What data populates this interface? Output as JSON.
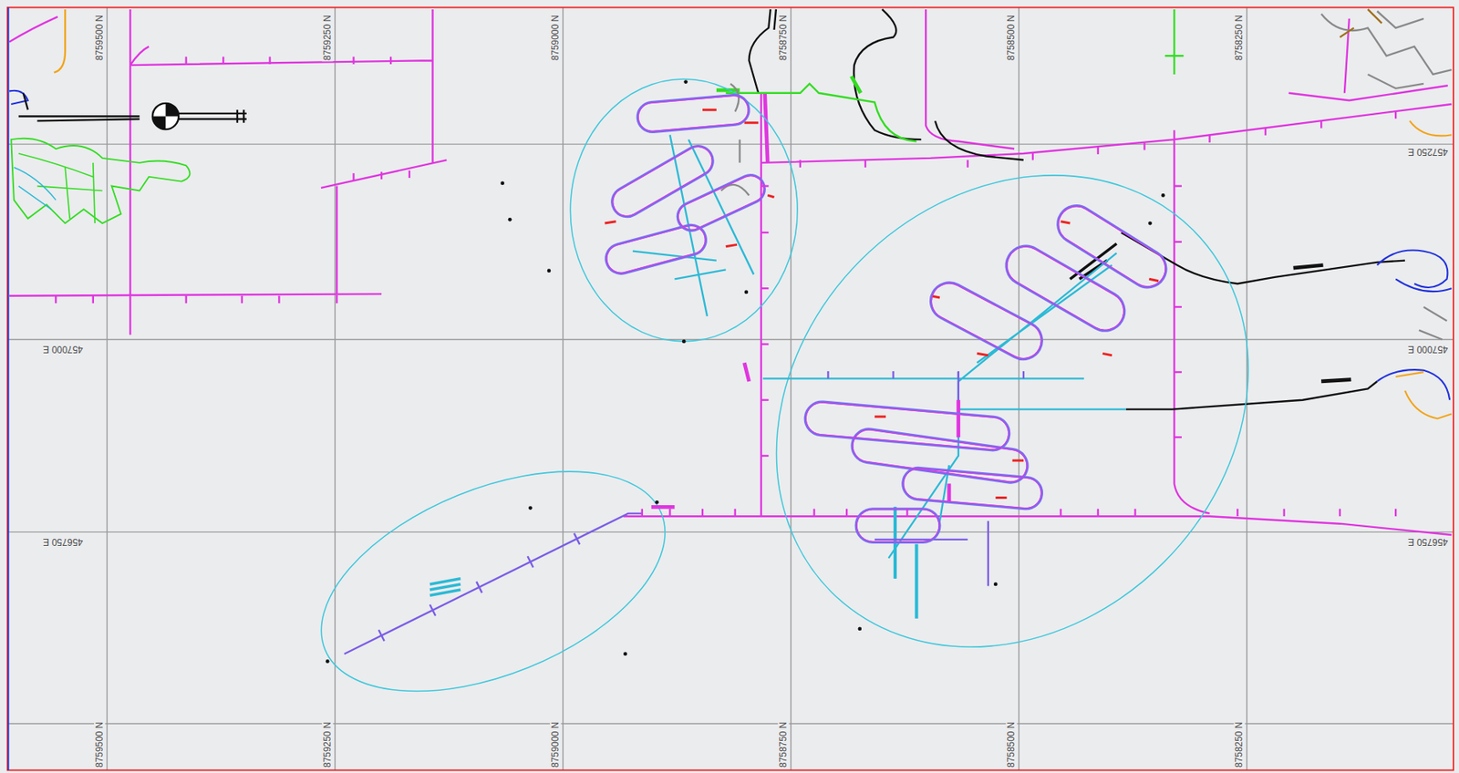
{
  "diagram": {
    "labels": [
      "8759500 N",
      "8759250 N",
      "8759000 N",
      "8758750 N",
      "8758500 N",
      "8758250 N",
      "8759500 N",
      "8759250 N",
      "8759000 N",
      "8758750 N",
      "8758500 N",
      "8758250 N",
      "457000 E",
      "456750 E",
      "457250 E",
      "457000 E",
      "456750 E"
    ]
  }
}
